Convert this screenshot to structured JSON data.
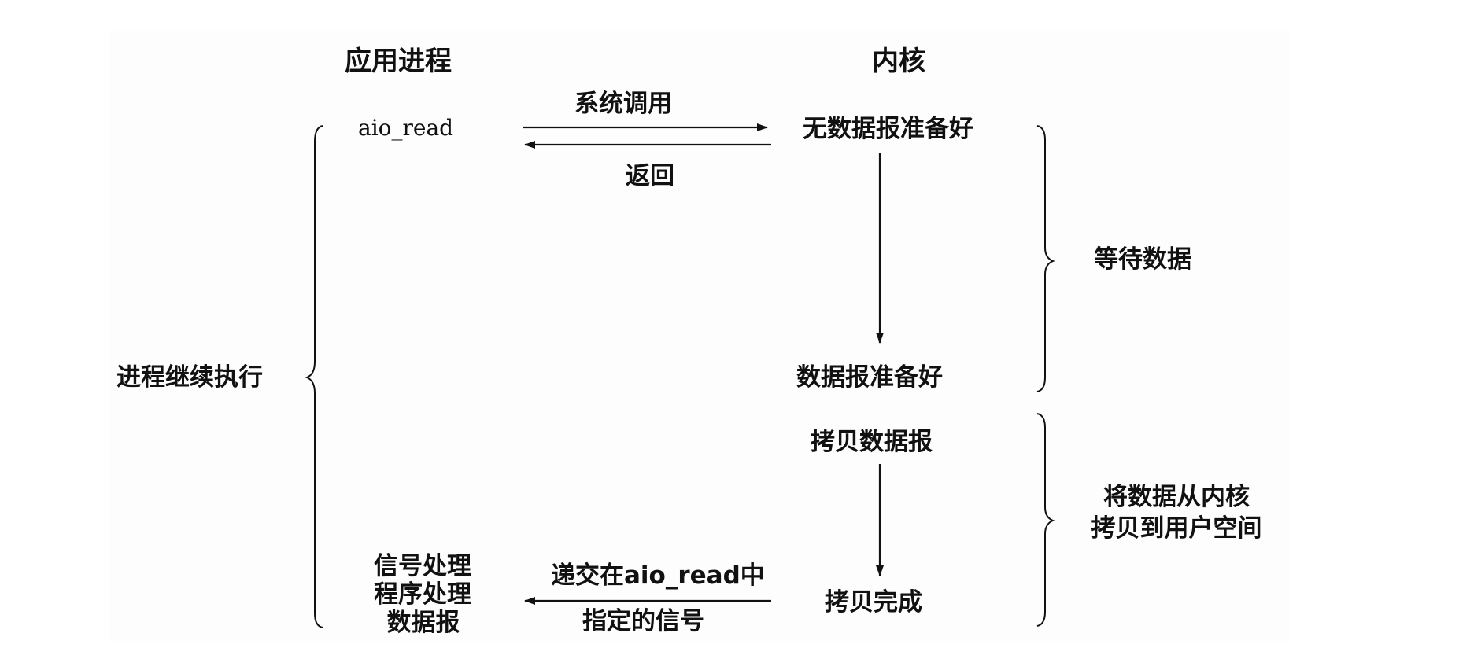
{
  "headers": {
    "app_process": "应用进程",
    "kernel": "内核"
  },
  "app_side": {
    "aio_read": "aio_read",
    "process_continues": "进程继续执行",
    "signal_handler": [
      "信号处理",
      "程序处理",
      "数据报"
    ]
  },
  "arrows": {
    "syscall": "系统调用",
    "return": "返回",
    "deliver_line1": "递交在aio_read中",
    "deliver_line2": "指定的信号"
  },
  "kernel_side": {
    "no_datagram": "无数据报准备好",
    "datagram_ready": "数据报准备好",
    "copy_datagram": "拷贝数据报",
    "copy_complete": "拷贝完成"
  },
  "phases": {
    "wait_for_data": "等待数据",
    "copy_line1": "将数据从内核",
    "copy_line2": "拷贝到用户空间"
  }
}
